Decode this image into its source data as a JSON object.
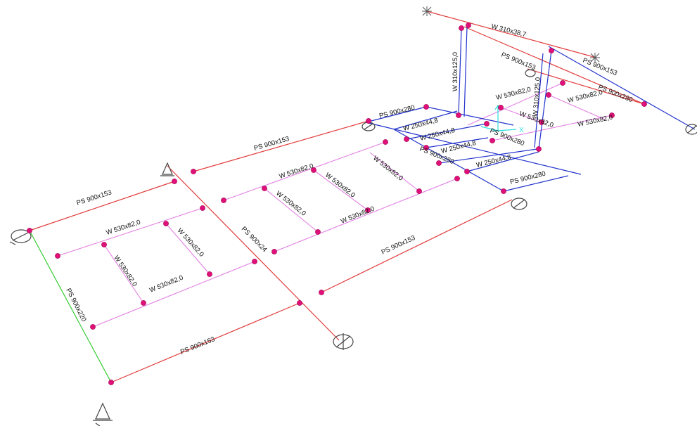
{
  "colors": {
    "girder": "#e23b3b",
    "secondary": "#e37fe3",
    "edge_beam": "#33cc33",
    "blue_member": "#2233cc",
    "column": "#2233cc",
    "node": "#e0107a",
    "axis": "#33dddd"
  },
  "icons": {
    "support": "support-icon",
    "axis_gizmo": "axis-gizmo-icon",
    "end_marker": "star-marker-icon"
  },
  "axis": {
    "x_label": "X"
  },
  "labels": {
    "ps_900x153": "PS 900x153",
    "ps_900x220": "PS 900x220",
    "ps_900x24": "PS 900x24",
    "ps_900x280": "PS 900x280",
    "w_530x82_0": "W 530x82,0",
    "w_530x82_0_b": "W 530x82,0",
    "w_530x82_0_c": "W 530x82,0",
    "w_250x44_8": "W 250x44,8",
    "w_310x125_0": "W 310x125,0",
    "w_310x38_7": "W 310x38,7"
  }
}
